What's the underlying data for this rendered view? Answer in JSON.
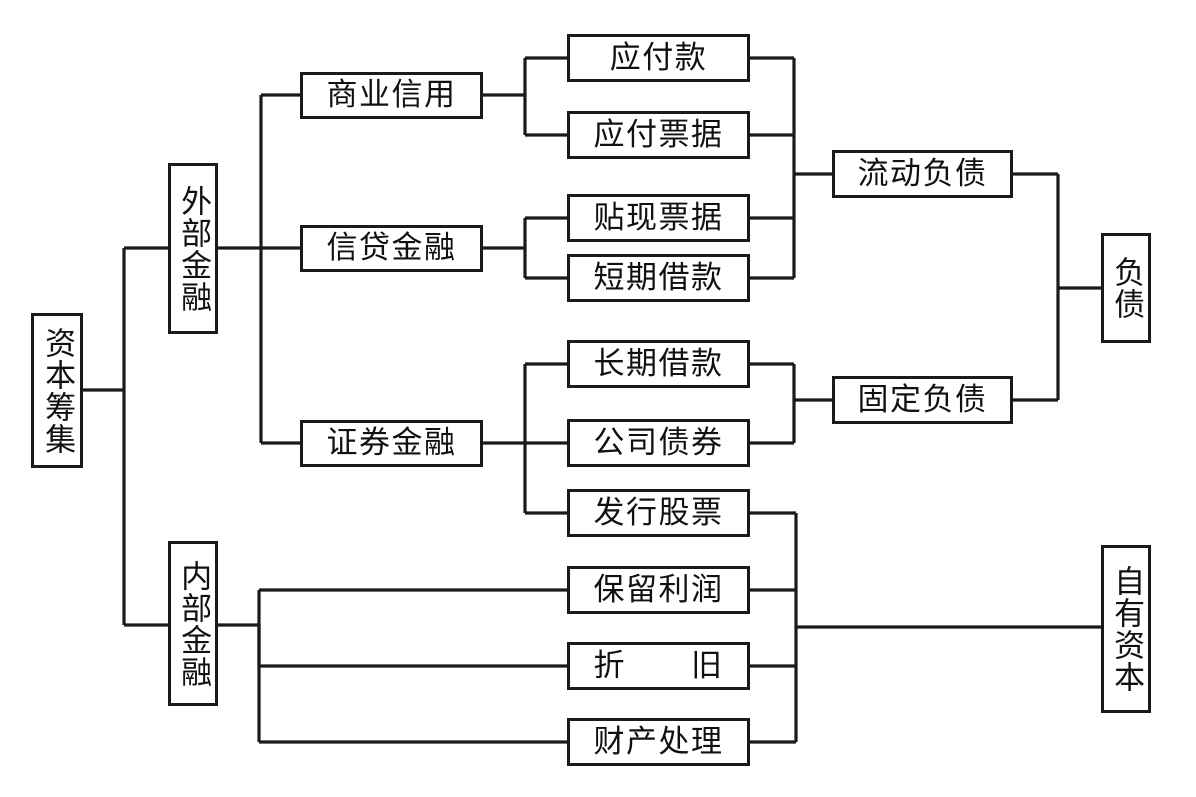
{
  "diagram": {
    "title": "资本筹集",
    "type": "tree-bracket-diagram",
    "orientation": "left-to-right",
    "line_color": "#1a1a1a",
    "box_border_color": "#1a1a1a",
    "background_color": "#ffffff",
    "text_color": "#111111",
    "nodes": {
      "root": "资本筹集",
      "external": "外部金融",
      "internal": "内部金融",
      "trade_credit": "商业信用",
      "credit_finance": "信贷金融",
      "securities_finance": "证券金融",
      "accounts_payable": "应付款",
      "notes_payable": "应付票据",
      "discounted_notes": "贴现票据",
      "short_term_loan": "短期借款",
      "long_term_loan": "长期借款",
      "corporate_bond": "公司债券",
      "issue_stock": "发行股票",
      "retained_earnings": "保留利润",
      "depreciation": "折　　旧",
      "asset_disposal": "财产处理",
      "current_liabilities": "流动负债",
      "fixed_liabilities": "固定负债",
      "liabilities": "负债",
      "owners_capital": "自有资本"
    },
    "levels": {
      "level1": [
        "外部金融",
        "内部金融"
      ],
      "level2": [
        "商业信用",
        "信贷金融",
        "证券金融"
      ],
      "level3": [
        "应付款",
        "应付票据",
        "贴现票据",
        "短期借款",
        "长期借款",
        "公司债券",
        "发行股票",
        "保留利润",
        "折　　旧",
        "财产处理"
      ],
      "level4": [
        "流动负债",
        "固定负债"
      ],
      "level5": [
        "负债",
        "自有资本"
      ]
    },
    "edges": [
      {
        "from": "资本筹集",
        "to": "外部金融"
      },
      {
        "from": "资本筹集",
        "to": "内部金融"
      },
      {
        "from": "外部金融",
        "to": "商业信用"
      },
      {
        "from": "外部金融",
        "to": "信贷金融"
      },
      {
        "from": "外部金融",
        "to": "证券金融"
      },
      {
        "from": "商业信用",
        "to": "应付款"
      },
      {
        "from": "商业信用",
        "to": "应付票据"
      },
      {
        "from": "信贷金融",
        "to": "贴现票据"
      },
      {
        "from": "信贷金融",
        "to": "短期借款"
      },
      {
        "from": "证券金融",
        "to": "长期借款"
      },
      {
        "from": "证券金融",
        "to": "公司债券"
      },
      {
        "from": "证券金融",
        "to": "发行股票"
      },
      {
        "from": "内部金融",
        "to": "保留利润"
      },
      {
        "from": "内部金融",
        "to": "折　　旧"
      },
      {
        "from": "内部金融",
        "to": "财产处理"
      },
      {
        "from": "应付款",
        "to": "流动负债"
      },
      {
        "from": "应付票据",
        "to": "流动负债"
      },
      {
        "from": "贴现票据",
        "to": "流动负债"
      },
      {
        "from": "短期借款",
        "to": "流动负债"
      },
      {
        "from": "长期借款",
        "to": "固定负债"
      },
      {
        "from": "公司债券",
        "to": "固定负债"
      },
      {
        "from": "流动负债",
        "to": "负债"
      },
      {
        "from": "固定负债",
        "to": "负债"
      },
      {
        "from": "发行股票",
        "to": "自有资本"
      },
      {
        "from": "保留利润",
        "to": "自有资本"
      },
      {
        "from": "折　　旧",
        "to": "自有资本"
      },
      {
        "from": "财产处理",
        "to": "自有资本"
      }
    ]
  }
}
